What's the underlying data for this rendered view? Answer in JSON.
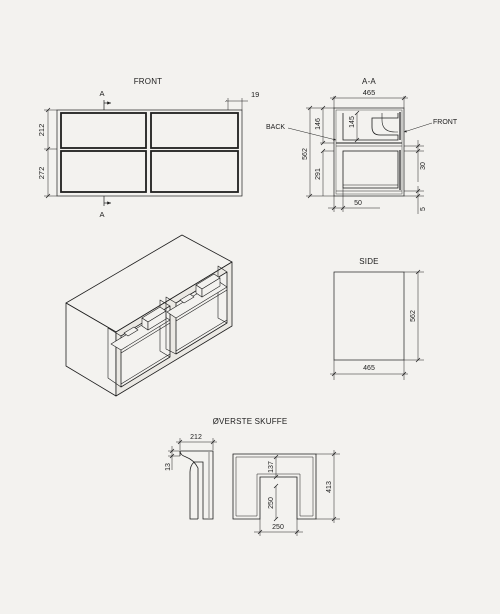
{
  "views": {
    "front": {
      "title": "FRONT",
      "section_marker": "A",
      "dims": {
        "top_right": "19",
        "upper_height": "212",
        "lower_height": "272"
      }
    },
    "section": {
      "title": "A-A",
      "callouts": {
        "back": "BACK",
        "front": "FRONT"
      },
      "dims": {
        "width": "465",
        "left_upper": "146",
        "total_height": "562",
        "lower_height": "291",
        "bottom_width": "50",
        "inner_drawer": "145",
        "right_gap": "30",
        "bottom_gap": "5"
      }
    },
    "side": {
      "title": "SIDE",
      "dims": {
        "height": "562",
        "width": "465"
      }
    },
    "drawer": {
      "title": "ØVERSTE SKUFFE",
      "dims": {
        "profile_width": "212",
        "profile_thickness": "13",
        "cutout_height": "137",
        "cutout_depth": "250",
        "total_height": "413",
        "cutout_width": "250"
      }
    }
  },
  "colors": {
    "ink": "#1e1e1e",
    "paper": "#f3f2ef",
    "frame_fill": "#e6e4df"
  }
}
